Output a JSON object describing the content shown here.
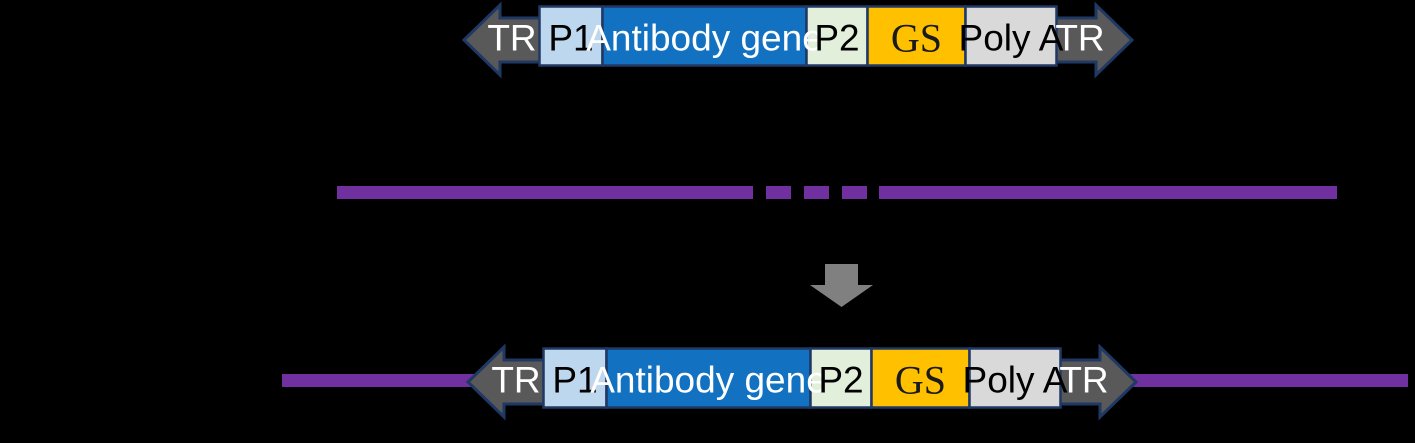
{
  "diagram": {
    "background": "#000000",
    "outline_color": "#1F3864",
    "construct": {
      "tr_left": "TR",
      "tr_right": "TR",
      "tr_fill": "#595959",
      "tr_text_color": "#FFFFFF",
      "segments": [
        {
          "label": "P1",
          "fill": "#BDD7EE",
          "text_color": "#000000"
        },
        {
          "label": "Antibody gene",
          "fill": "#1272C1",
          "text_color": "#FFFFFF"
        },
        {
          "label": "P2",
          "fill": "#E2EFDA",
          "text_color": "#000000"
        },
        {
          "label": "GS",
          "fill": "#FFC000",
          "text_color": "#1A1A1A"
        },
        {
          "label": "Poly A",
          "fill": "#D9D9D9",
          "text_color": "#000000"
        }
      ]
    },
    "genome_line": {
      "color": "#7030A0"
    },
    "down_arrow": {
      "color": "#808080"
    }
  }
}
